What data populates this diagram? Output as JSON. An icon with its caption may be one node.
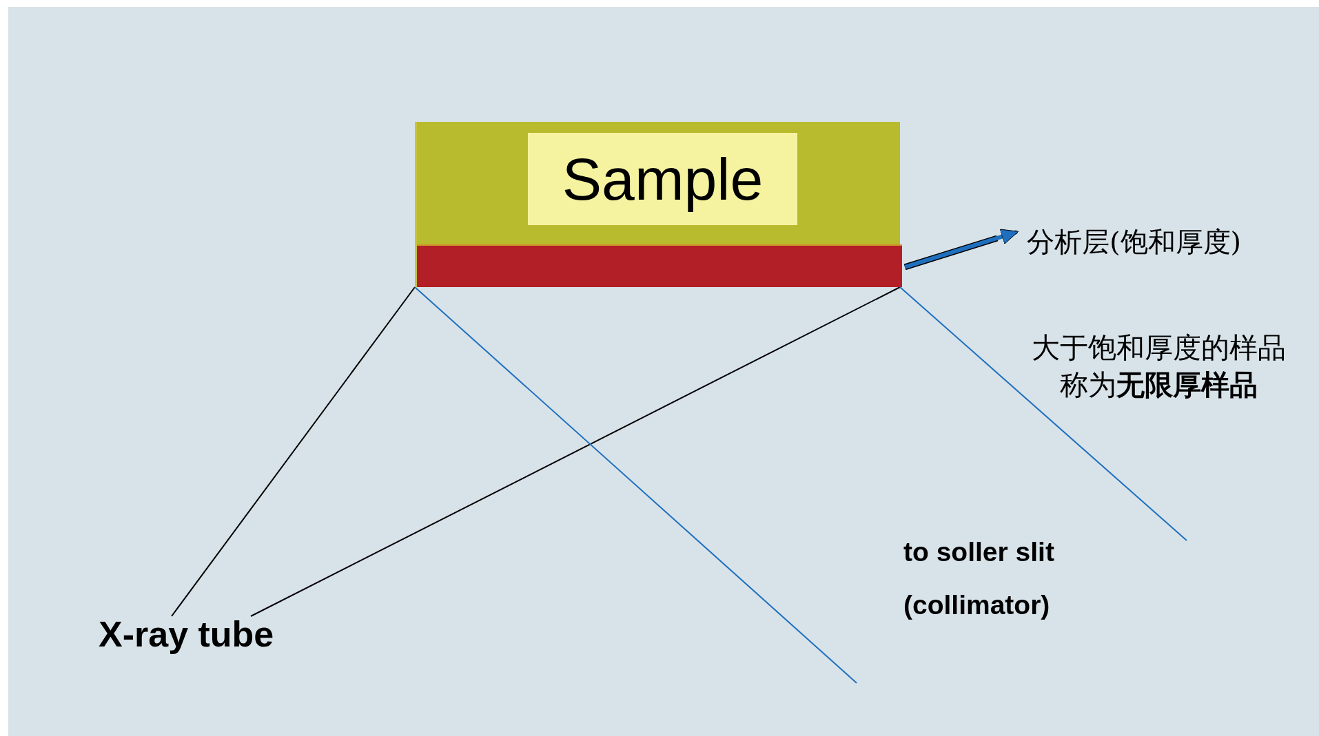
{
  "diagram": {
    "nodes": [
      {
        "text": [],
        "shape": "box"
      },
      {
        "text": [
          "Sample"
        ],
        "in": 0
      },
      {
        "text": [],
        "shape": "bar",
        "in": 0
      },
      {
        "text": [
          "分析层(饱和厚度)"
        ]
      },
      {
        "text": [
          "X-ray tube"
        ]
      }
    ],
    "edges": [
      {
        "from": 4,
        "to": 2,
        "arrow": "none",
        "color": "#000000"
      },
      {
        "from": 4,
        "to": 2,
        "arrow": "none",
        "color": "#000000"
      },
      {
        "from": 2,
        "to": null,
        "arrow": "none",
        "color": "#1f6fbf"
      },
      {
        "from": 2,
        "to": null,
        "arrow": "none",
        "color": "#1f6fbf"
      },
      {
        "from": 2,
        "to": 3,
        "arrow": "to",
        "style": "thick",
        "color": "#1f6fbf"
      }
    ],
    "labels": [
      "大于饱和厚度的样品称为**无限厚样品**",
      "to soller slit (collimator)"
    ]
  }
}
